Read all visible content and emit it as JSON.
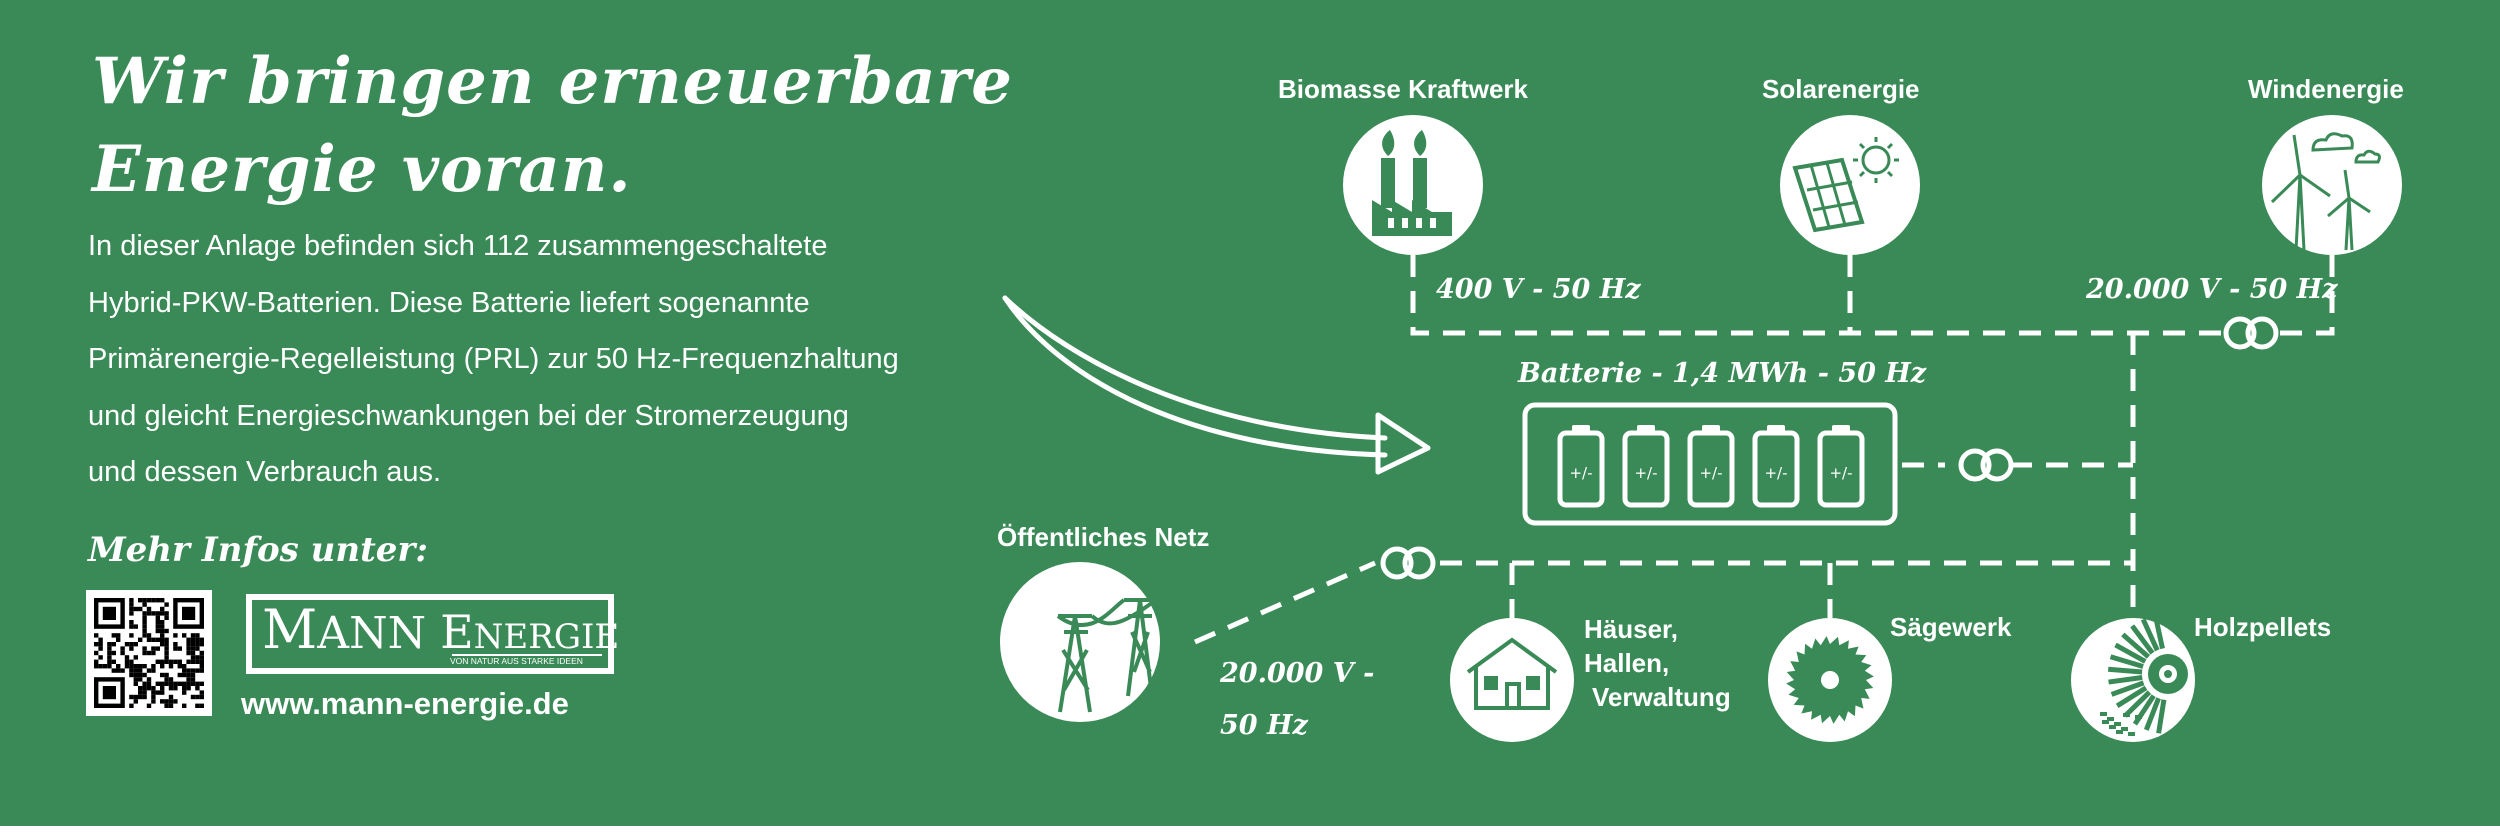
{
  "headline": [
    "Wir bringen erneuerbare",
    "Energie voran."
  ],
  "intro_lines": [
    "In dieser Anlage befinden sich 112 zusammengeschaltete",
    "Hybrid-PKW-Batterien. Diese Batterie liefert sogenannte",
    "Primärenergie-Regelleistung (PRL) zur 50 Hz-Frequenzhaltung",
    "und gleicht Energieschwankungen bei der Stromerzeugung",
    "und dessen Verbrauch aus."
  ],
  "more_info": "Mehr Infos unter:",
  "logo": {
    "word_big": "M",
    "word_rest": "ANN",
    "word2_big": "E",
    "word2_rest": "NERGIE",
    "tagline": "VON NATUR AUS STARKE IDEEN"
  },
  "url": "www.mann-energie.de",
  "nodes": {
    "biomass": "Biomasse Kraftwerk",
    "solar": "Solarenergie",
    "wind": "Windenergie",
    "grid": "Öffentliches Netz",
    "houses": [
      "Häuser,",
      "Hallen,",
      "Verwaltung"
    ],
    "sawmill": "Sägewerk",
    "pellets": "Holzpellets"
  },
  "specs": {
    "biomass": "400 V - 50 Hz",
    "wind": "20.000 V - 50 Hz",
    "battery": "Batterie - 1,4 MWh - 50 Hz",
    "grid": [
      "20.000 V -",
      "50 Hz"
    ]
  },
  "battery_cell_label": "+/-",
  "colors": {
    "background": "#3a8a57",
    "foreground": "#ffffff"
  }
}
